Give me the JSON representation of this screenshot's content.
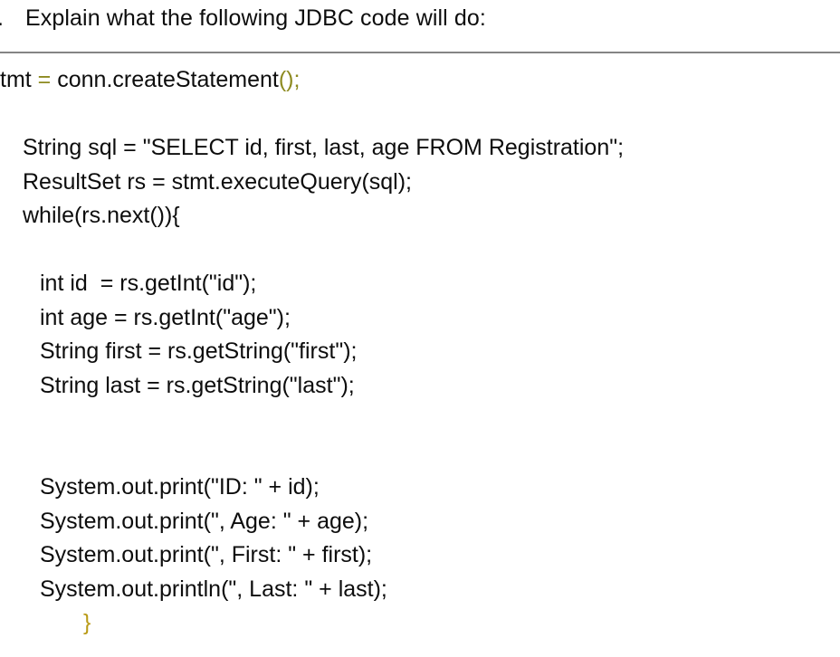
{
  "document": {
    "background_color": "#ffffff",
    "text_color": "#0d0d0d",
    "operator_color": "#8d8a20",
    "brace_color": "#b99a16",
    "divider_color": "#848484"
  },
  "question": {
    "marker": ".",
    "text": "Explain what the following JDBC code will do:"
  },
  "code": {
    "lines": [
      {
        "id": "create-statement",
        "indent": 0,
        "segments": [
          {
            "text": "tmt ",
            "style": "plain"
          },
          {
            "text": "=",
            "style": "op"
          },
          {
            "text": " conn.createStatement",
            "style": "plain"
          },
          {
            "text": "();",
            "style": "op"
          }
        ]
      },
      {
        "id": "blank-1",
        "indent": 0,
        "blank": true,
        "segments": []
      },
      {
        "id": "declare-sql",
        "indent": 1,
        "segments": [
          {
            "text": "String sql = \"SELECT id, first, last, age FROM Registration\";",
            "style": "plain"
          }
        ]
      },
      {
        "id": "execute-query",
        "indent": 1,
        "segments": [
          {
            "text": "ResultSet rs = stmt.executeQuery(sql);",
            "style": "plain"
          }
        ]
      },
      {
        "id": "while-loop",
        "indent": 1,
        "segments": [
          {
            "text": "while(rs.next()){",
            "style": "plain"
          }
        ]
      },
      {
        "id": "blank-2",
        "indent": 0,
        "blank": true,
        "segments": []
      },
      {
        "id": "get-id",
        "indent": 2,
        "segments": [
          {
            "text": "int id  = rs.getInt(\"id\");",
            "style": "plain"
          }
        ]
      },
      {
        "id": "get-age",
        "indent": 2,
        "segments": [
          {
            "text": "int age = rs.getInt(\"age\");",
            "style": "plain"
          }
        ]
      },
      {
        "id": "get-first",
        "indent": 2,
        "segments": [
          {
            "text": "String first = rs.getString(\"first\");",
            "style": "plain"
          }
        ]
      },
      {
        "id": "get-last",
        "indent": 2,
        "segments": [
          {
            "text": "String last = rs.getString(\"last\");",
            "style": "plain"
          }
        ]
      },
      {
        "id": "blank-3",
        "indent": 0,
        "blank": true,
        "segments": []
      },
      {
        "id": "blank-4",
        "indent": 0,
        "blank": true,
        "segments": []
      },
      {
        "id": "print-id",
        "indent": 2,
        "segments": [
          {
            "text": "System.out.print(\"ID: \" + id);",
            "style": "plain"
          }
        ]
      },
      {
        "id": "print-age",
        "indent": 2,
        "segments": [
          {
            "text": "System.out.print(\", Age: \" + age);",
            "style": "plain"
          }
        ]
      },
      {
        "id": "print-first",
        "indent": 2,
        "segments": [
          {
            "text": "System.out.print(\", First: \" + first);",
            "style": "plain"
          }
        ]
      },
      {
        "id": "println-last",
        "indent": 2,
        "segments": [
          {
            "text": "System.out.println(\", Last: \" + last);",
            "style": "plain"
          }
        ]
      },
      {
        "id": "close-brace",
        "indent": 3,
        "segments": [
          {
            "text": "}",
            "style": "brace"
          }
        ]
      }
    ]
  }
}
